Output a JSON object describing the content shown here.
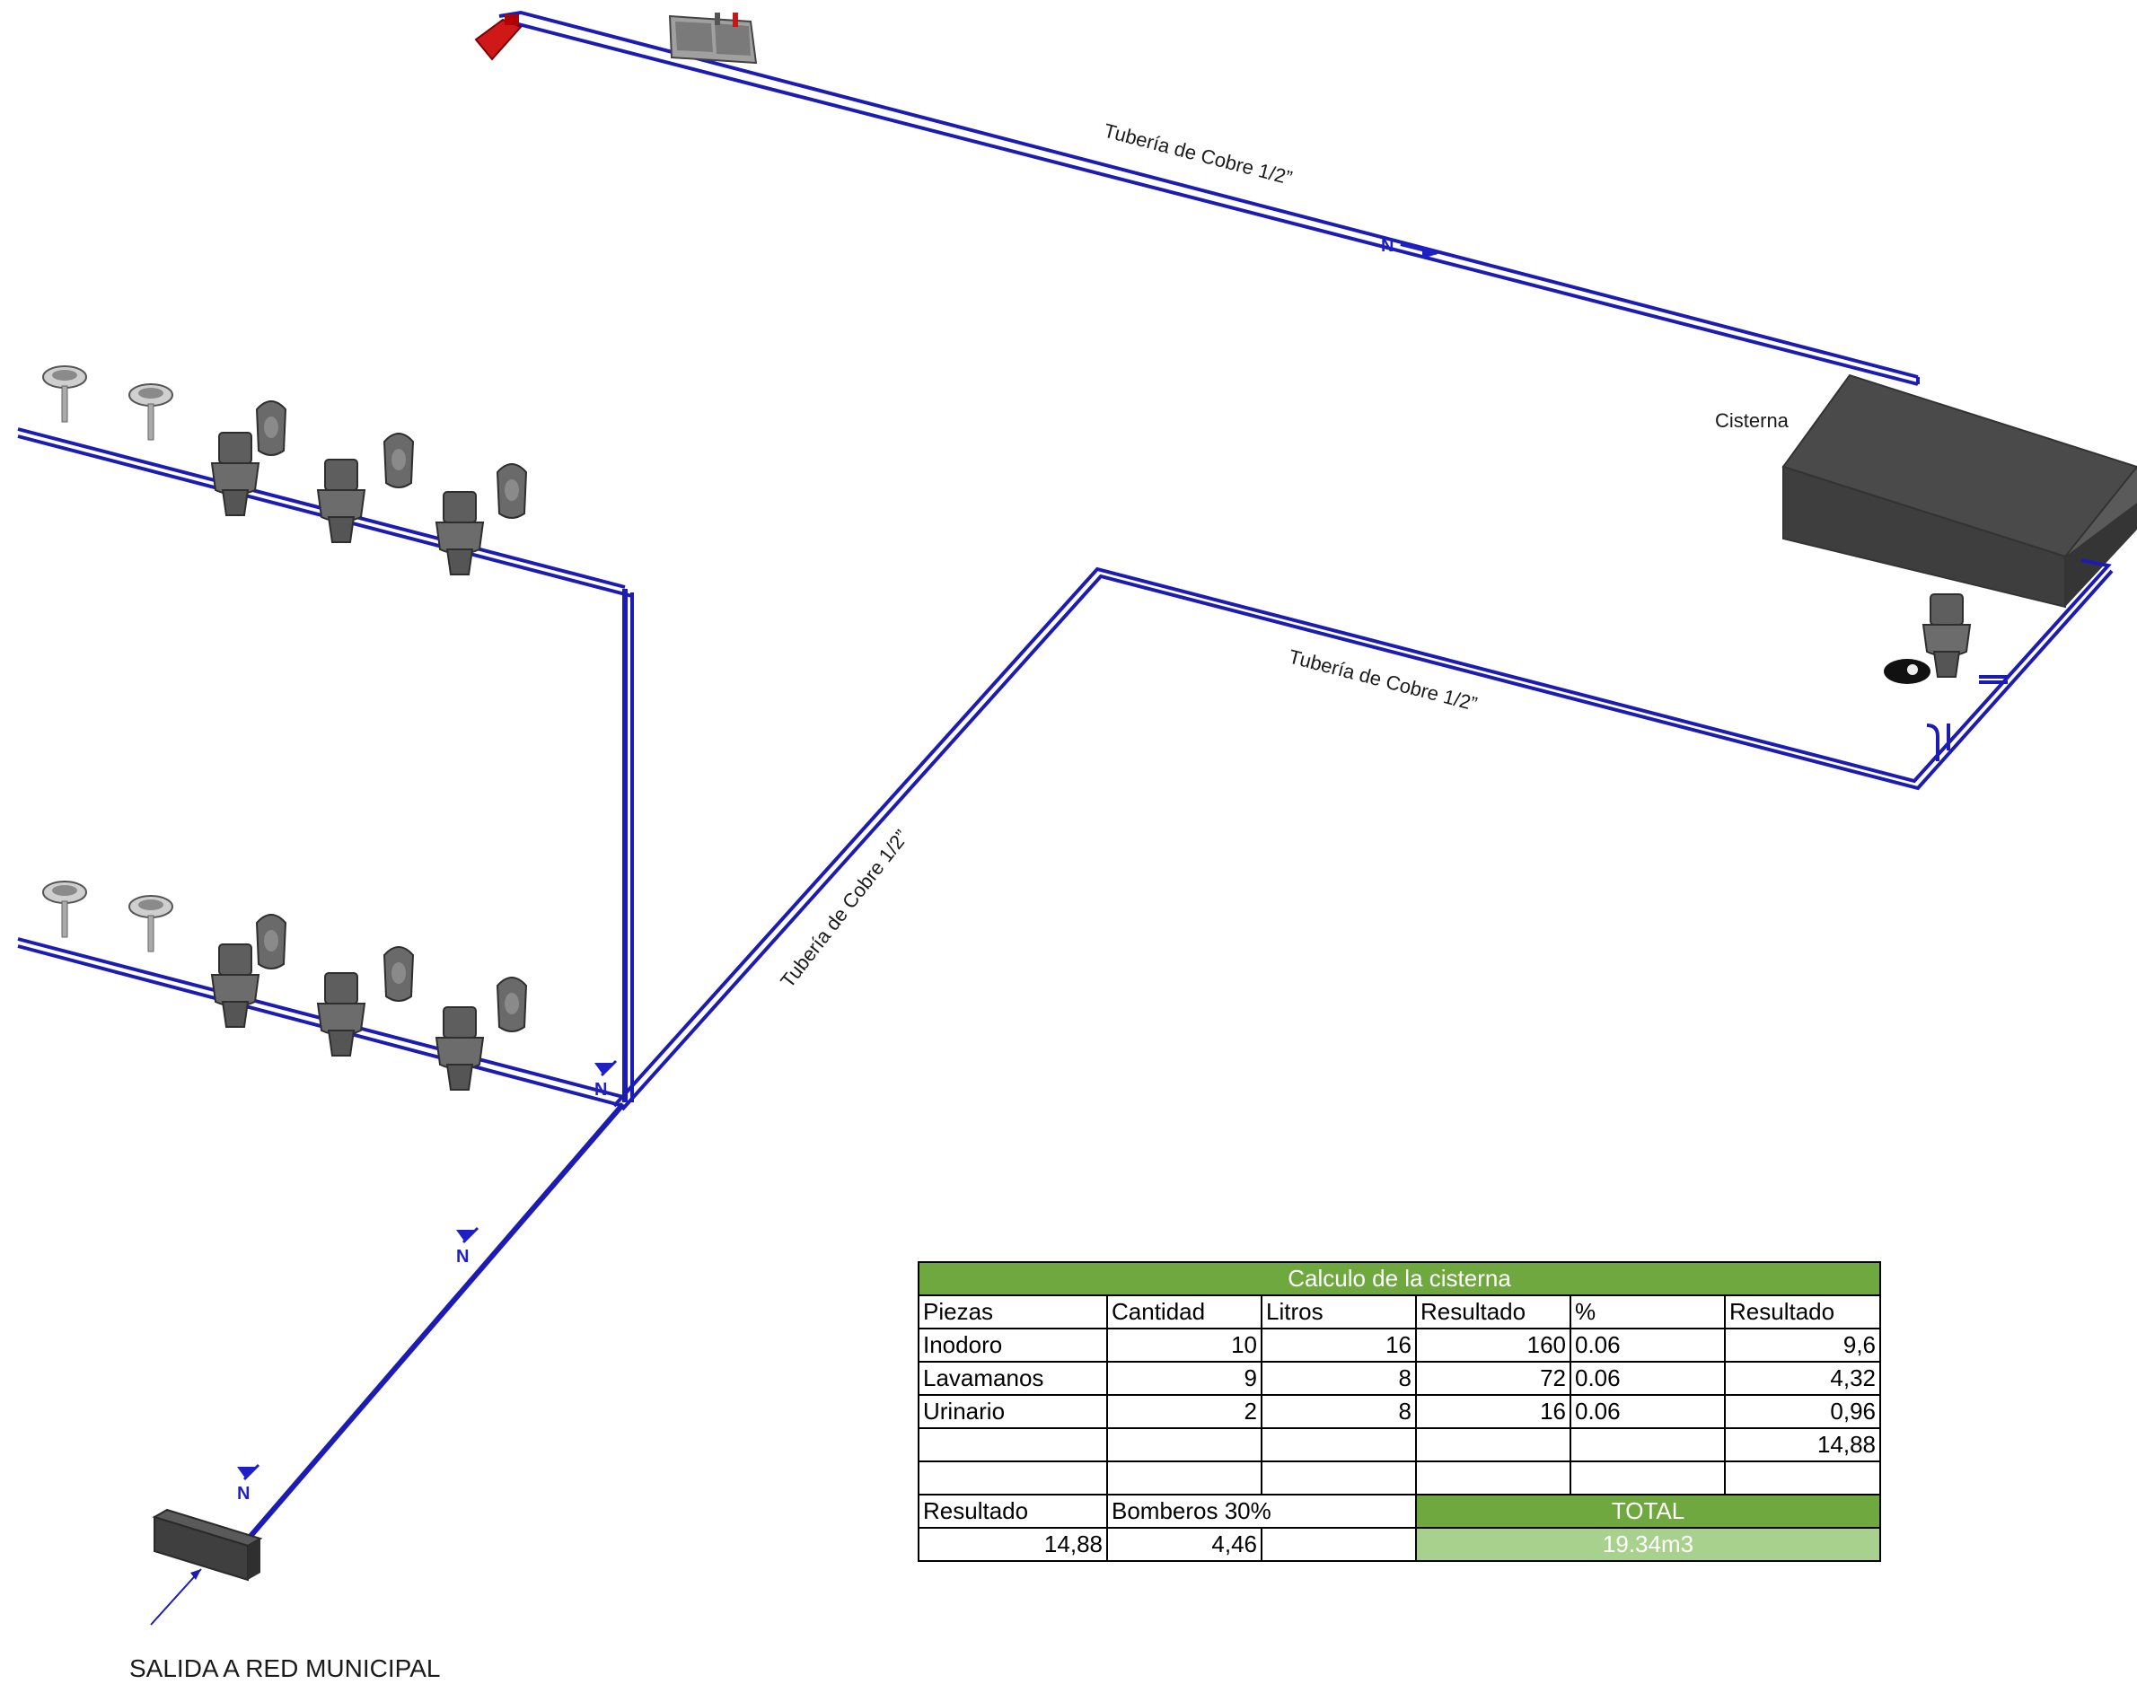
{
  "labels": {
    "pipe_top": "Tubería de Cobre 1/2”",
    "pipe_right": "Tubería de Cobre 1/2”",
    "pipe_diag": "Tubería de Cobre 1/2”",
    "cisterna": "Cisterna",
    "salida": "SALIDA A RED MUNICIPAL",
    "flow_marker": "N"
  },
  "colors": {
    "pipe": "#1c1cb4",
    "tank": "#4a4a4a",
    "table_header": "#6fa83f",
    "table_total": "#a9d18e",
    "heater": "#d01818"
  },
  "icons": [
    "water-heater-icon",
    "double-sink-icon",
    "washbasin-icon",
    "toilet-icon",
    "urinal-icon",
    "cistern-tank-icon",
    "pump-icon",
    "meter-box-icon",
    "flow-direction-icon"
  ],
  "table": {
    "title": "Calculo de la cisterna",
    "headers": [
      "Piezas",
      "Cantidad",
      "Litros",
      "Resultado",
      "%",
      "Resultado"
    ],
    "rows": [
      [
        "Inodoro",
        "10",
        "16",
        "160",
        "0.06",
        "9,6"
      ],
      [
        "Lavamanos",
        "9",
        "8",
        "72",
        "0.06",
        "4,32"
      ],
      [
        "Urinario",
        "2",
        "8",
        "16",
        "0.06",
        "0,96"
      ],
      [
        "",
        "",
        "",
        "",
        "",
        "14,88"
      ],
      [
        "",
        "",
        "",
        "",
        "",
        ""
      ]
    ],
    "summary_labels": [
      "Resultado",
      "Bomberos 30%"
    ],
    "summary_values": [
      "14,88",
      "4,46"
    ],
    "total_label": "TOTAL",
    "total_value": "19.34m3"
  }
}
